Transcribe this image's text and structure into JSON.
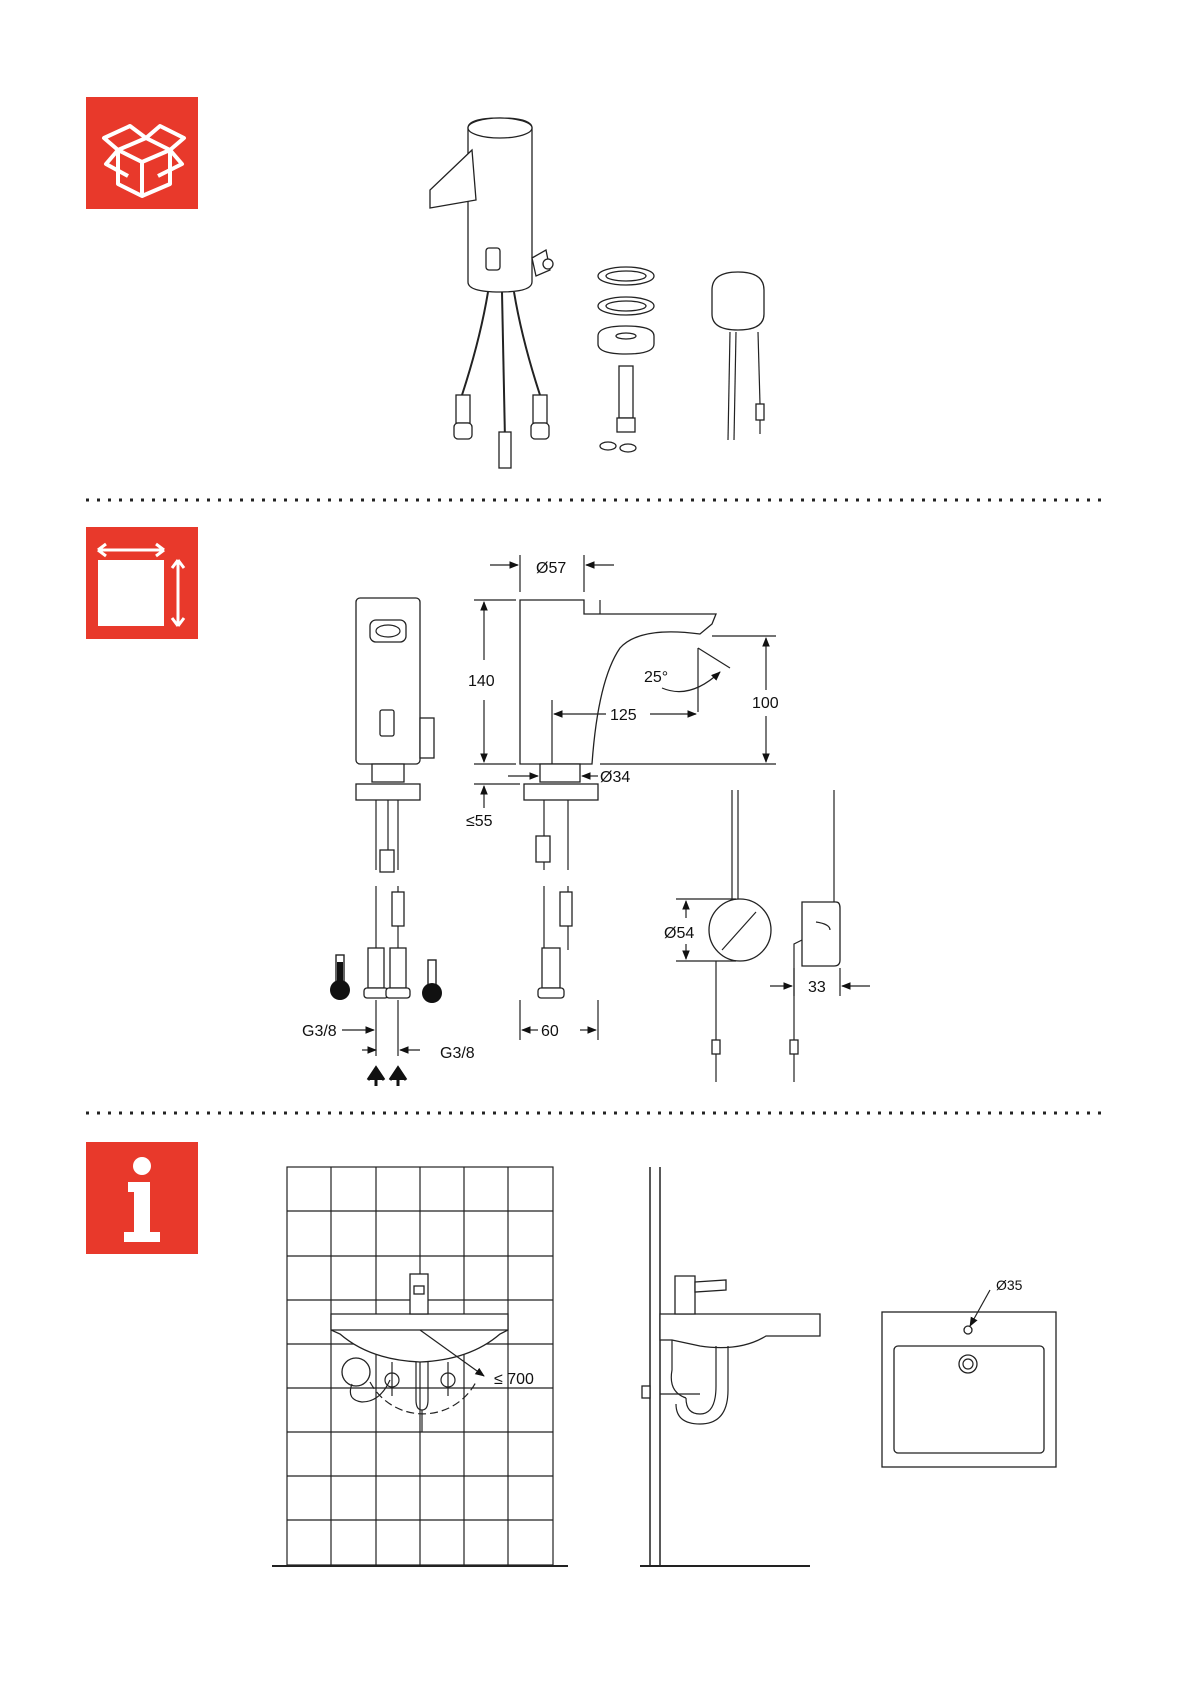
{
  "colors": {
    "accent_red": "#e8392b",
    "line": "#222222",
    "divider": "#222222"
  },
  "icons": {
    "package": "box-open-icon",
    "dimensions": "dimensions-icon",
    "info": "info-icon"
  },
  "dimensions": {
    "d57": "Ø57",
    "h140": "140",
    "angle25": "25°",
    "l125": "125",
    "h100": "100",
    "d34": "Ø34",
    "le55": "≤55",
    "d54": "Ø54",
    "w33": "33",
    "g38_left": "G3/8",
    "g38_right": "G3/8",
    "w60": "60"
  },
  "installation": {
    "max_dist": "≤ 700",
    "hole": "Ø35"
  }
}
